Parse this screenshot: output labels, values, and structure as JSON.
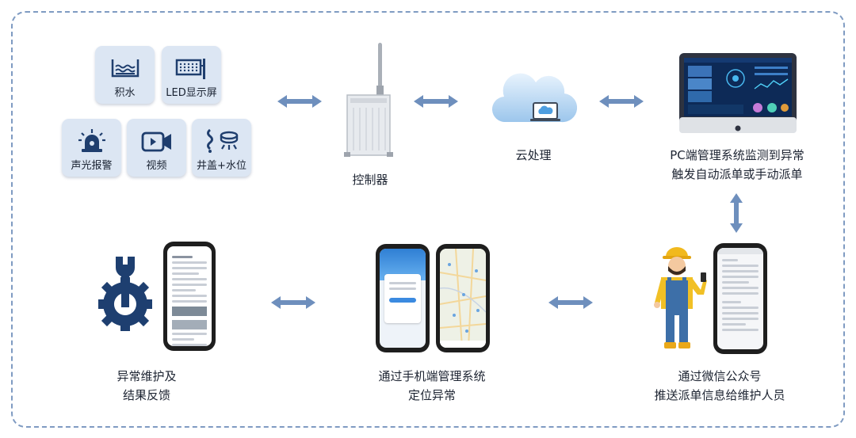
{
  "sensors": {
    "water": "积水",
    "led": "LED显示屏",
    "alarm": "声光报警",
    "video": "视频",
    "manhole": "井盖+水位"
  },
  "controller": "控制器",
  "cloud": "云处理",
  "pc": {
    "line1": "PC端管理系统监测到异常",
    "line2": "触发自动派单或手动派单"
  },
  "wechat": {
    "line1": "通过微信公众号",
    "line2": "推送派单信息给维护人员"
  },
  "mobile": {
    "line1": "通过手机端管理系统",
    "line2": "定位异常"
  },
  "maintenance": {
    "line1": "异常维护及",
    "line2": "结果反馈"
  },
  "colors": {
    "arrow": "#6e8fbd",
    "frame": "#7f9bc2",
    "tile": "#dce6f3",
    "icon": "#1f3e6e",
    "gear": "#1e3f70"
  }
}
